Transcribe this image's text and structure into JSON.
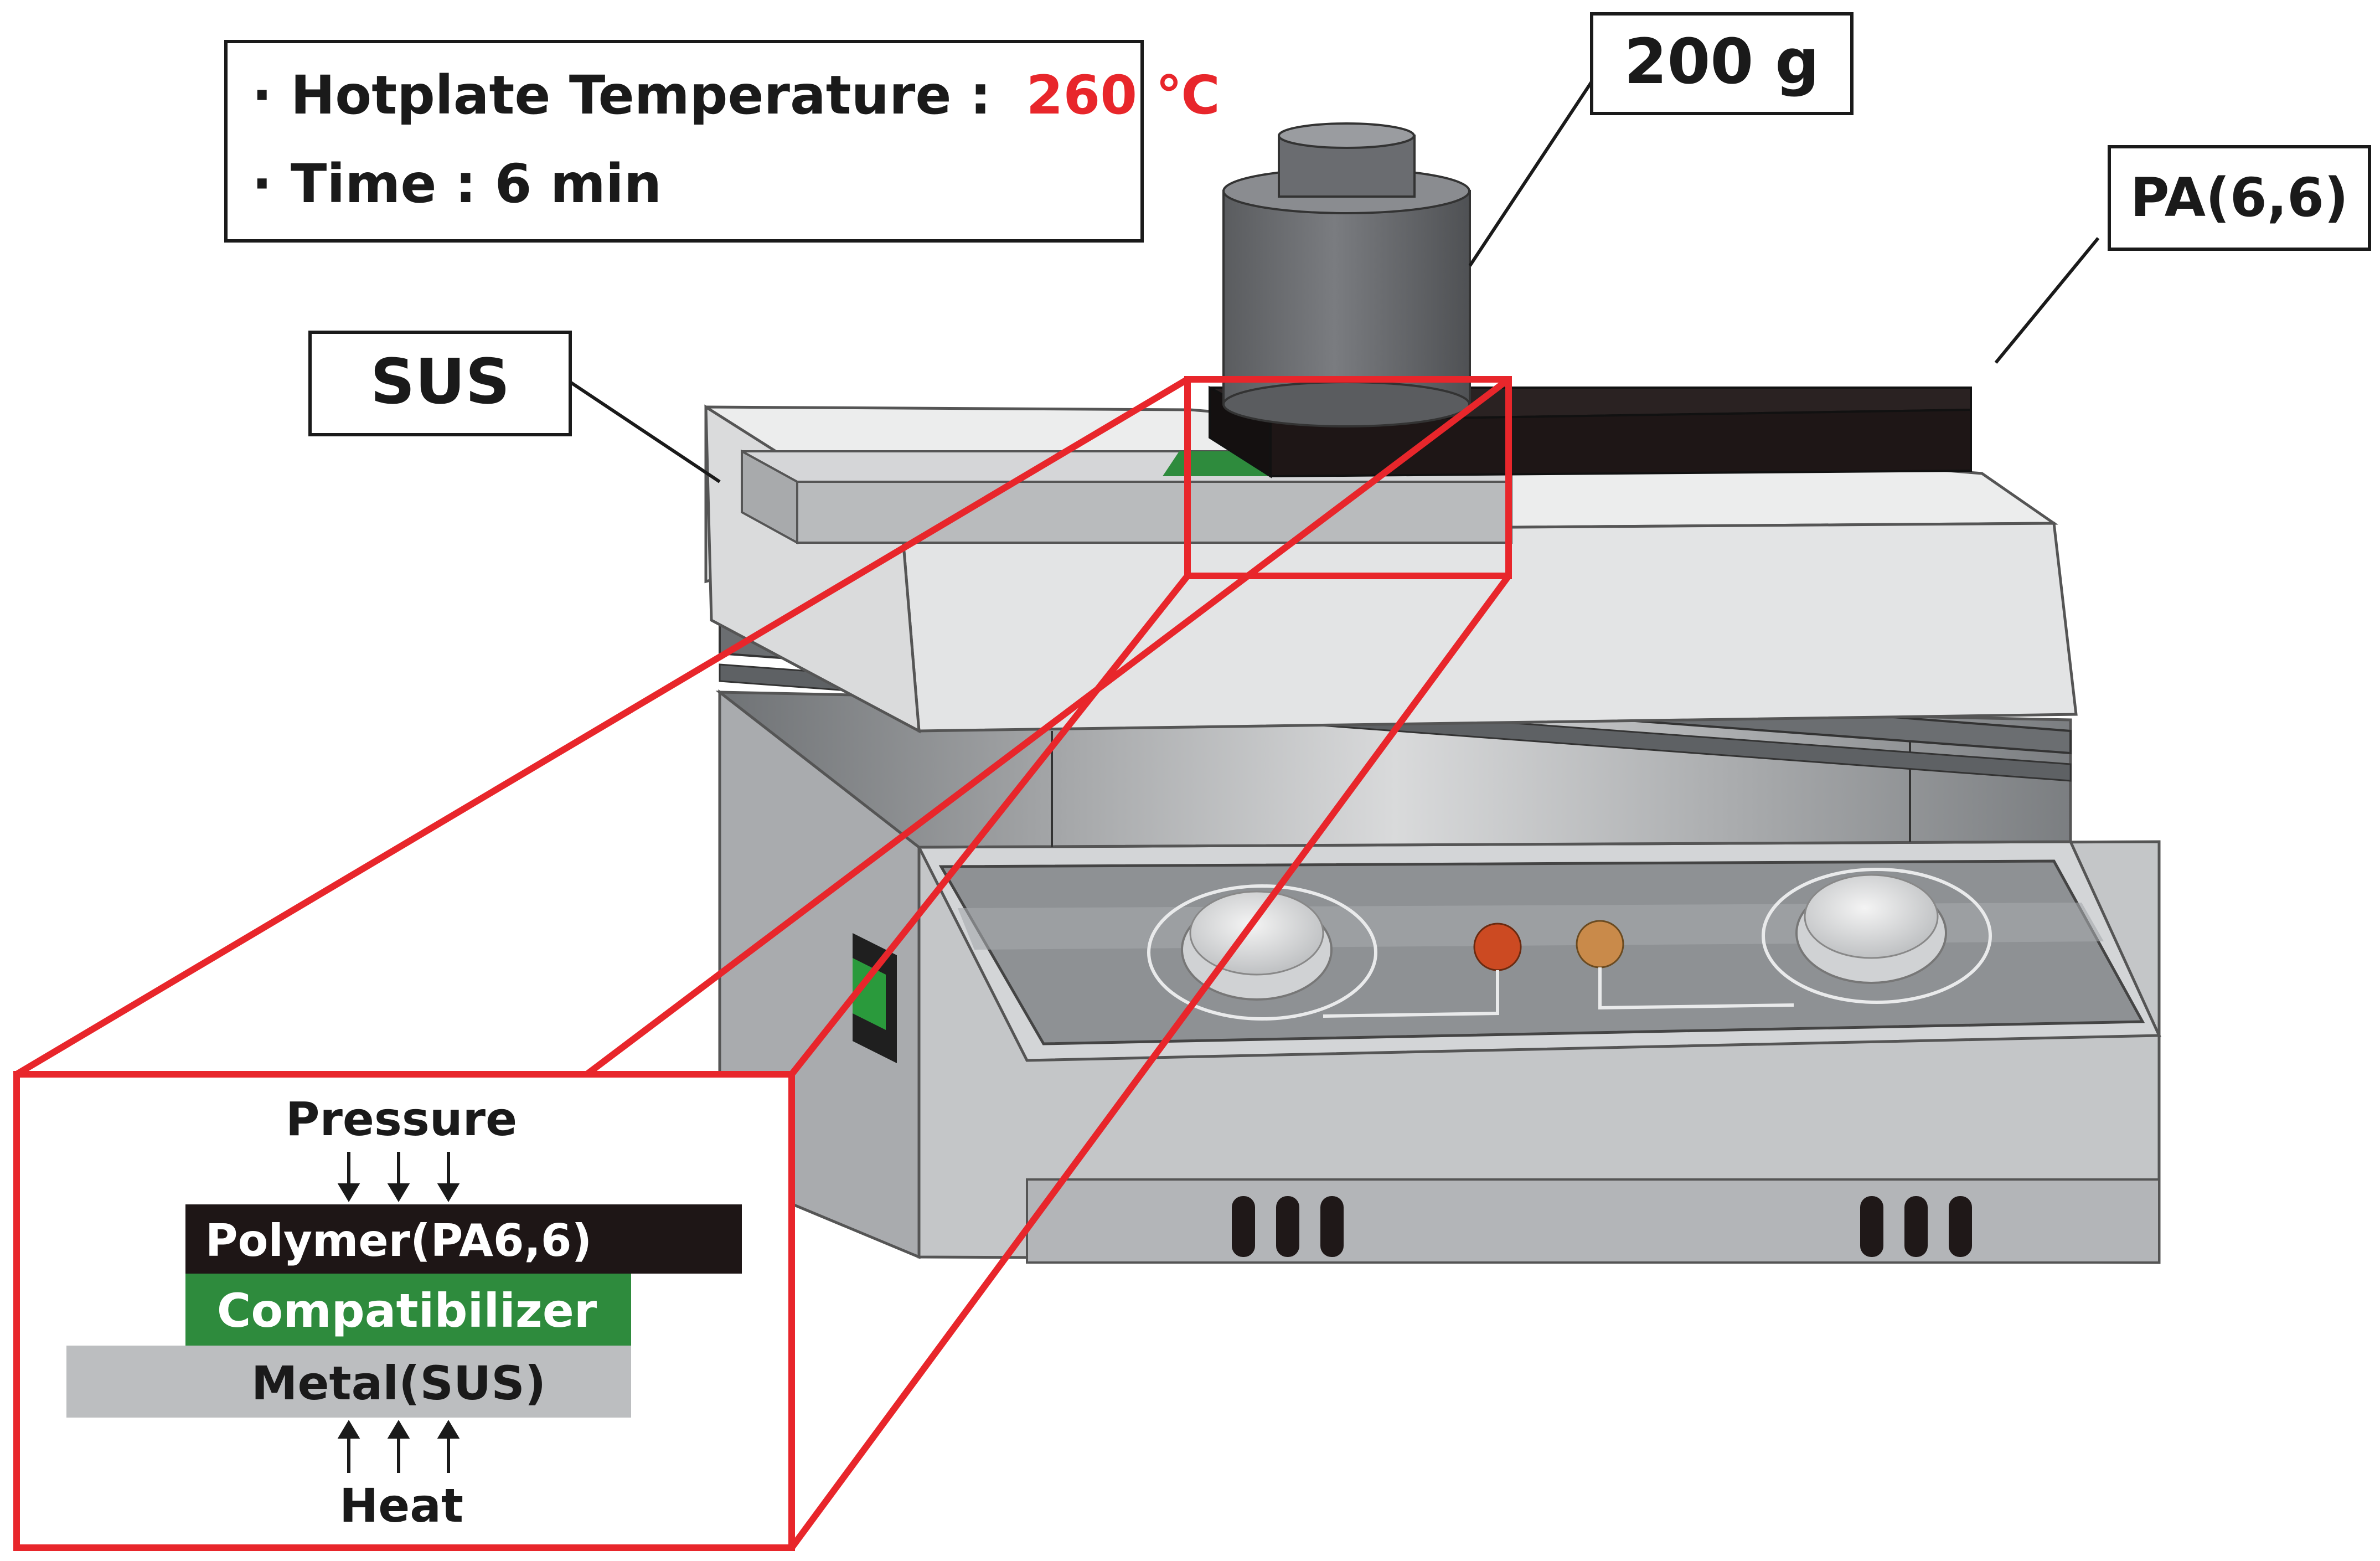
{
  "conditions": {
    "temperature_label": "· Hotplate Temperature :",
    "temperature_value": "260 ℃",
    "temperature_color": "#e8262b",
    "time_label": "· Time : 6 min"
  },
  "callouts": {
    "weight": "200 g",
    "polymer": "PA(6,6)",
    "metal": "SUS"
  },
  "zoom_inset": {
    "pressure_label": "Pressure",
    "heat_label": "Heat",
    "layers": [
      {
        "label": "Polymer(PA6,6)",
        "color": "#1e1616",
        "text_color": "#ffffff"
      },
      {
        "label": "Compatibilizer",
        "color": "#2e8b3d",
        "text_color": "#ffffff"
      },
      {
        "label": "Metal(SUS)",
        "color": "#bcbec0",
        "text_color": "#1a1a1a"
      }
    ],
    "frame_color": "#e8262b"
  },
  "hotplate": {
    "body_color": "#c4c6c8",
    "panel_color": "#8e9194",
    "switch_color": "#2a9a3c",
    "indicator_1_color": "#cc4a22",
    "indicator_2_color": "#c98a4a"
  }
}
